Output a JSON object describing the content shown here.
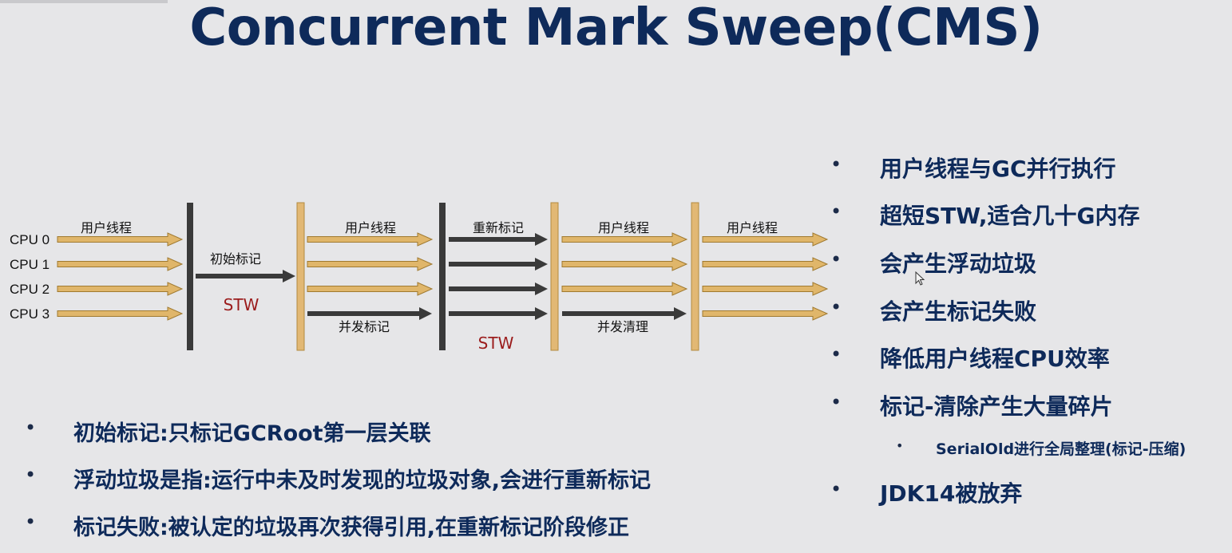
{
  "title": "Concurrent Mark Sweep(CMS)",
  "colors": {
    "title": "#0e2a5a",
    "user_arrow": "#e0b66a",
    "user_arrow_stroke": "#a07a30",
    "gc_arrow": "#3a3a3a",
    "stw_text": "#9b1c1c",
    "bar_dark": "#3a3a3a",
    "bar_light": "#e2b874"
  },
  "diagram": {
    "cpus": [
      "CPU 0",
      "CPU 1",
      "CPU 2",
      "CPU 3"
    ],
    "labels": {
      "user_thread_1": "用户线程",
      "initial_mark": "初始标记",
      "stw_1": "STW",
      "user_thread_2": "用户线程",
      "concurrent_mark": "并发标记",
      "remark": "重新标记",
      "stw_2": "STW",
      "user_thread_3": "用户线程",
      "concurrent_sweep": "并发清理",
      "user_thread_4": "用户线程"
    }
  },
  "right_bullets": [
    "用户线程与GC并行执行",
    "超短STW,适合几十G内存",
    "会产生浮动垃圾",
    "会产生标记失败",
    "降低用户线程CPU效率",
    "标记-清除产生大量碎片"
  ],
  "right_sub_bullet": "SerialOld进行全局整理(标记-压缩)",
  "right_last_bullet": "JDK14被放弃",
  "bottom_bullets": [
    "初始标记:只标记GCRoot第一层关联",
    "浮动垃圾是指:运行中未及时发现的垃圾对象,会进行重新标记",
    "标记失败:被认定的垃圾再次获得引用,在重新标记阶段修正"
  ]
}
